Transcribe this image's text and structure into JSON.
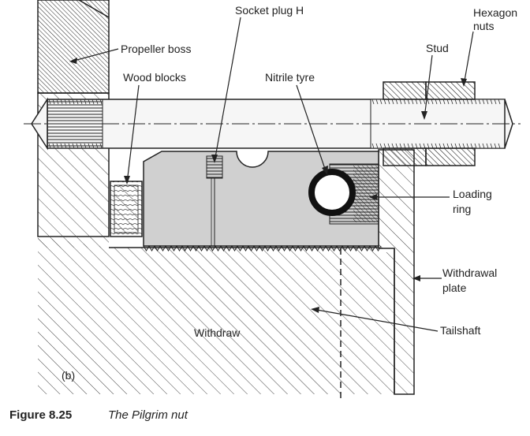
{
  "labels": {
    "propeller_boss": "Propeller boss",
    "socket_plug": "Socket plug H",
    "hexagon_nuts_line1": "Hexagon",
    "hexagon_nuts_line2": "nuts",
    "stud": "Stud",
    "wood_blocks": "Wood blocks",
    "nitrile_tyre": "Nitrile tyre",
    "loading_ring_line1": "Loading",
    "loading_ring_line2": "ring",
    "withdrawal_plate_line1": "Withdrawal",
    "withdrawal_plate_line2": "plate",
    "withdraw": "Withdraw",
    "tailshaft": "Tailshaft",
    "panel": "(b)"
  },
  "caption": {
    "number": "Figure 8.25",
    "title": "The Pilgrim nut"
  },
  "colors": {
    "ink": "#222222",
    "paper": "#ffffff",
    "shade": "#c8c8c8"
  }
}
